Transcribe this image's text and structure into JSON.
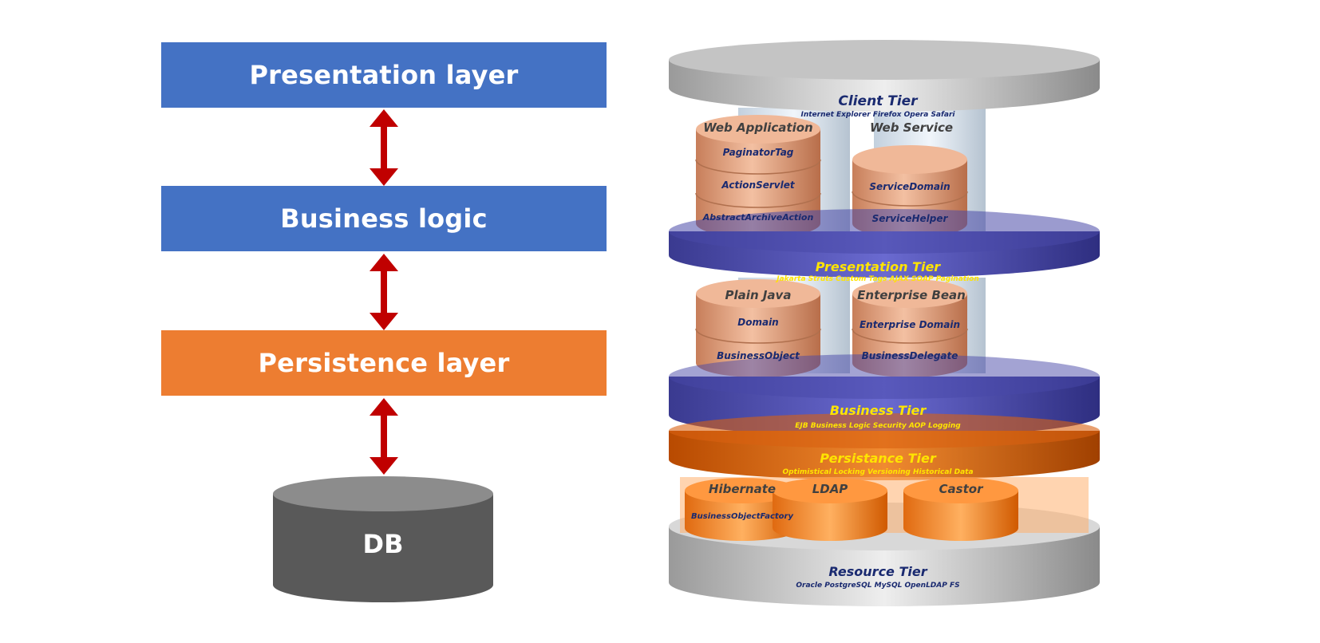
{
  "left": {
    "layers": [
      {
        "id": "presentation",
        "label": "Presentation layer",
        "color": "#4472c4"
      },
      {
        "id": "business",
        "label": "Business logic",
        "color": "#4472c4"
      },
      {
        "id": "persistence",
        "label": "Persistence layer",
        "color": "#ed7d31"
      }
    ],
    "db": {
      "label": "DB",
      "color": "#595959",
      "top_color": "#8c8c8c"
    },
    "arrow_color": "#c00000"
  },
  "right": {
    "client_tier": {
      "title": "Client Tier",
      "items": "Internet Explorer   Firefox   Opera   Safari"
    },
    "web_application": {
      "title": "Web Application",
      "items": [
        "PaginatorTag",
        "ActionServlet",
        "AbstractArchiveAction"
      ]
    },
    "web_service": {
      "title": "Web Service",
      "items": [
        "ServiceDomain",
        "ServiceHelper"
      ]
    },
    "presentation_tier": {
      "title": "Presentation Tier",
      "items": "Jakarta Struts   Custom Tags   AJAX   SOAP   Pagination"
    },
    "plain_java": {
      "title": "Plain Java",
      "items": [
        "Domain",
        "BusinessObject"
      ]
    },
    "enterprise_bean": {
      "title": "Enterprise Bean",
      "items": [
        "Enterprise Domain",
        "BusinessDelegate"
      ]
    },
    "business_tier": {
      "title": "Business Tier",
      "items": "EJB   Business Logic   Security   AOP   Logging"
    },
    "persistance_tier": {
      "title": "Persistance Tier",
      "items": "Optimistical Locking   Versioning   Historical Data"
    },
    "hibernate": {
      "title": "Hibernate",
      "items": [
        "BusinessObjectFactory"
      ]
    },
    "ldap": {
      "title": "LDAP"
    },
    "castor": {
      "title": "Castor"
    },
    "resource_tier": {
      "title": "Resource Tier",
      "items": "Oracle   PostgreSQL   MySQL   OpenLDAP   FS"
    },
    "colors": {
      "grey_disk": "#c8c8c8",
      "purple_disk": "#4f4fb0",
      "orange_disk": "#e86a10",
      "cylinder": "#e8a888",
      "navy_text": "#1a2a70",
      "yellow_text": "#ffe400",
      "grey_text": "#404040"
    }
  }
}
